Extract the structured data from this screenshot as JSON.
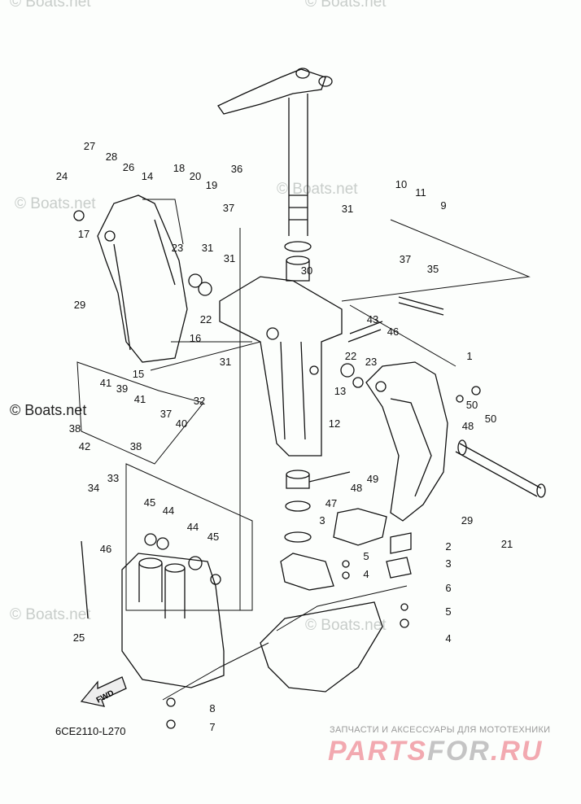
{
  "diagram_code": "6CE2110-L270",
  "fwd_label": "FWD",
  "watermark": "© Boats.net",
  "shop": {
    "tagline": "ЗАПЧАСТИ И АКСЕССУАРЫ ДЛЯ МОТОТЕХНИКИ",
    "brand_a": "PARTS",
    "brand_b": "FOR",
    "brand_c": ".RU"
  },
  "parts": [
    "27",
    "28",
    "26",
    "24",
    "14",
    "18",
    "20",
    "19",
    "36",
    "10",
    "11",
    "9",
    "31",
    "37",
    "17",
    "23",
    "31",
    "31",
    "37",
    "35",
    "30",
    "29",
    "22",
    "43",
    "46",
    "16",
    "15",
    "22",
    "23",
    "1",
    "31",
    "32",
    "41",
    "39",
    "41",
    "13",
    "50",
    "50",
    "48",
    "38",
    "37",
    "40",
    "12",
    "42",
    "38",
    "47",
    "48",
    "49",
    "33",
    "34",
    "29",
    "21",
    "3",
    "2",
    "45",
    "44",
    "46",
    "44",
    "45",
    "5",
    "3",
    "4",
    "6",
    "5",
    "4",
    "25",
    "8",
    "7"
  ]
}
